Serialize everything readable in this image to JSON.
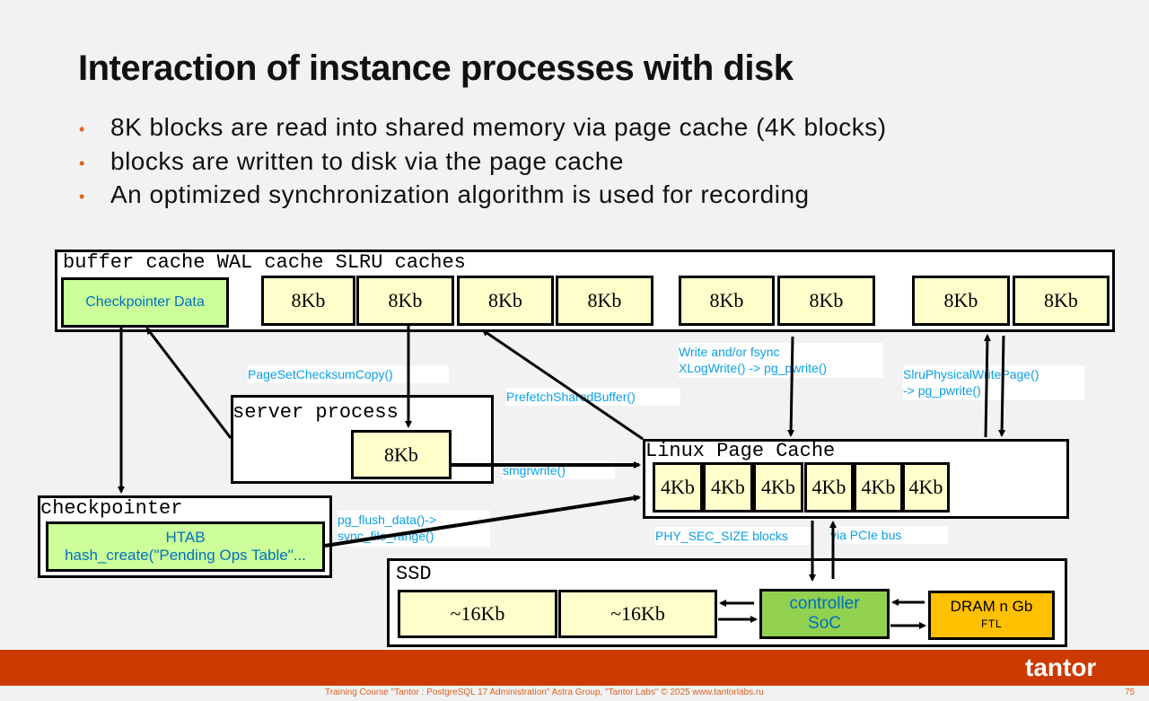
{
  "title": "Interaction of instance processes with disk",
  "bullets": [
    "8K blocks are read into shared memory via page cache (4K blocks)",
    "blocks are written to disk via the page cache",
    "An optimized synchronization algorithm is used for recording"
  ],
  "buffer_cache": {
    "label": "buffer cache WAL cache SLRU caches",
    "checkpointer_data": "Checkpointer Data",
    "blocks": [
      "8Kb",
      "8Kb",
      "8Kb",
      "8Kb",
      "8Kb",
      "8Kb",
      "8Kb",
      "8Kb"
    ]
  },
  "server_process": {
    "label": "server process",
    "block": "8Kb"
  },
  "checkpointer": {
    "label": "checkpointer",
    "htab": "HTAB",
    "hash": "hash_create(\"Pending Ops Table\"..."
  },
  "page_cache": {
    "label": "Linux Page Cache",
    "blocks": [
      "4Kb",
      "4Kb",
      "4Kb",
      "4Kb",
      "4Kb",
      "4Kb"
    ]
  },
  "ssd": {
    "label": "SSD",
    "blocks": [
      "~16Kb",
      "~16Kb"
    ],
    "controller": "controller SoC",
    "dram": "DRAM n Gb",
    "ftl": "FTL"
  },
  "labels": {
    "checksum": "PageSetChecksumCopy()",
    "prefetch": "PrefetchSharedBuffer()",
    "wal1": "Write and/or fsync",
    "wal2": "XLogWrite() -> pg_pwrite()",
    "slru1": "SlruPhysicalWritePage()",
    "slru2": "-> pg_pwrite()",
    "smgr": "smgrwrite()",
    "flush1": "pg_flush_data()->",
    "flush2": "sync_file_range()",
    "phy": "PHY_SEC_SIZE blocks",
    "pcie": "via PCIe bus"
  },
  "footer": {
    "text": "Training Course \"Tantor : PostgreSQL 17 Administration\" Astra Group, \"Tantor Labs\" © 2025  www.tantorlabs.ru",
    "page": "75",
    "logo": "tantor"
  },
  "colors": {
    "accent": "#cc3a00",
    "block": "#ffffcc",
    "green": "#ccff99",
    "controller": "#92d050",
    "dram": "#ffc000",
    "label": "#0aa0e8"
  }
}
